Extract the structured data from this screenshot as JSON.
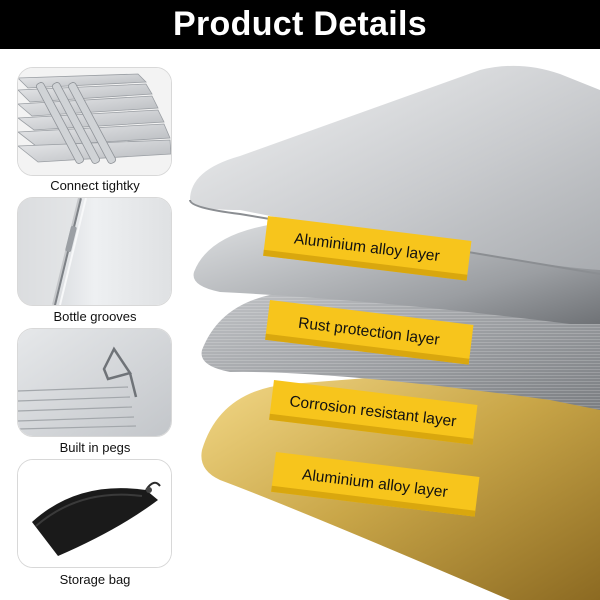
{
  "header": {
    "title": "Product Details"
  },
  "features": [
    {
      "caption": "Connect tightky",
      "icon": "hinge-panels-icon"
    },
    {
      "caption": "Bottle grooves",
      "icon": "groove-edge-icon"
    },
    {
      "caption": "Built in pegs",
      "icon": "peg-clip-icon"
    },
    {
      "caption": "Storage bag",
      "icon": "storage-bag-icon"
    }
  ],
  "layers": [
    {
      "label": "Aluminium alloy layer"
    },
    {
      "label": "Rust protection layer"
    },
    {
      "label": "Corrosion resistant layer"
    },
    {
      "label": "Aluminium alloy layer"
    }
  ],
  "colors": {
    "header_bg": "#000000",
    "header_text": "#ffffff",
    "tag_fill": "#f7c51c",
    "gold_layer": "#c9a648",
    "silver_layer": "#c4c6c9"
  }
}
